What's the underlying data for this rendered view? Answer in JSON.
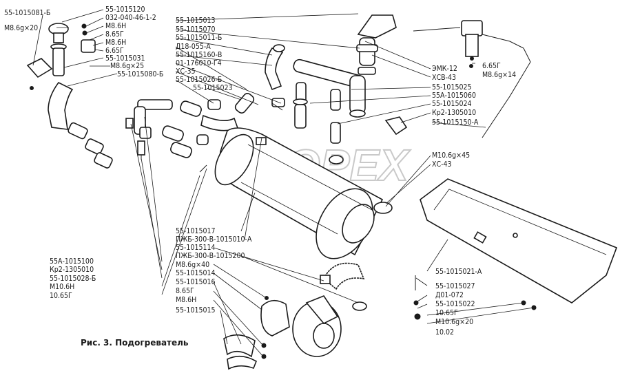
{
  "caption": "Рис. 3. Подогреватель",
  "watermark": "OPEX",
  "labels": {
    "l1": "55-1015120",
    "l2": "55-1015081-Б",
    "l3": "032-040-46-1-2",
    "l4": "M8.6g×20",
    "l5": "M8.6Н",
    "l6": "8.65Г",
    "l7": "M8.6Н",
    "l8": "6.65Г",
    "l9": "55-1015031",
    "l10": "M8.6g×25",
    "l11": "55-1015080-Б",
    "l12": "55-1015013",
    "l13": "55-1015070",
    "l14": "55-1015011-Б",
    "l15": "Д18-055-А",
    "l16": "55-1015160-В",
    "l17": "01-176010-Г4",
    "l18": "ХС-35",
    "l19": "55-1015026-Б",
    "l20": "55-1015023",
    "l21": "ЭМК-12",
    "l22": "ХСВ-43",
    "l23": "6.65Г",
    "l24": "M8.6g×14",
    "l25": "55-1015025",
    "l26": "55А-1015060",
    "l27": "55-1015024",
    "l28": "Кр2-1305010",
    "l29": "55-1015150-А",
    "l30": "M10.6g×45",
    "l31": "ХС-43",
    "l32": "55-1015017",
    "l33": "ПЖБ-300-В-1015010-А",
    "l34": "55-1015114",
    "l35": "ПЖБ-300-В-1015200",
    "l36": "M8.6g×40",
    "l37": "55-1015014",
    "l38": "55-1015016",
    "l39": "8.65Г",
    "l40": "M8.6Н",
    "l41": "55-1015015",
    "l42": "55А-1015100",
    "l43": "Кр2-1305010",
    "l44": "55-1015028-Б",
    "l45": "M10.6Н",
    "l46": "10.65Г",
    "l47": "55-1015021-А",
    "l48": "55-1015027",
    "l49": "Д01-072",
    "l50": "55-1015022",
    "l51": "10.65Г",
    "l52": "M10.6g×20",
    "l53": "10.02"
  }
}
